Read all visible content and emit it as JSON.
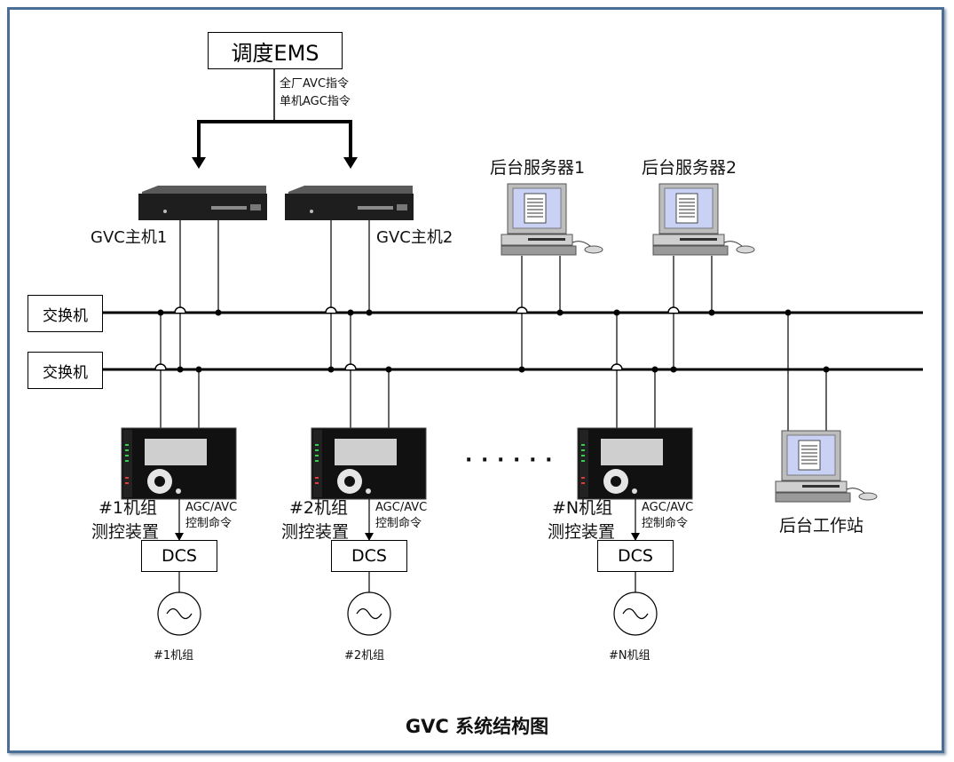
{
  "ems": {
    "label": "调度EMS"
  },
  "commands": {
    "line1": "全厂AVC指令",
    "line2": "单机AGC指令"
  },
  "gvc_hosts": [
    {
      "label": "GVC主机1"
    },
    {
      "label": "GVC主机2"
    }
  ],
  "switches": [
    {
      "label": "交换机"
    },
    {
      "label": "交换机"
    }
  ],
  "servers": [
    {
      "label": "后台服务器1"
    },
    {
      "label": "后台服务器2"
    }
  ],
  "workstation": {
    "label": "后台工作站"
  },
  "units": [
    {
      "device_line1": "#1机组",
      "device_line2": "测控装置",
      "cmd_line1": "AGC/AVC",
      "cmd_line2": "控制命令",
      "dcs": "DCS",
      "gen_label": "#1机组"
    },
    {
      "device_line1": "#2机组",
      "device_line2": "测控装置",
      "cmd_line1": "AGC/AVC",
      "cmd_line2": "控制命令",
      "dcs": "DCS",
      "gen_label": "#2机组"
    },
    {
      "device_line1": "#N机组",
      "device_line2": "测控装置",
      "cmd_line1": "AGC/AVC",
      "cmd_line2": "控制命令",
      "dcs": "DCS",
      "gen_label": "#N机组"
    }
  ],
  "ellipsis": "· · · · · ·",
  "title": "GVC 系统结构图"
}
